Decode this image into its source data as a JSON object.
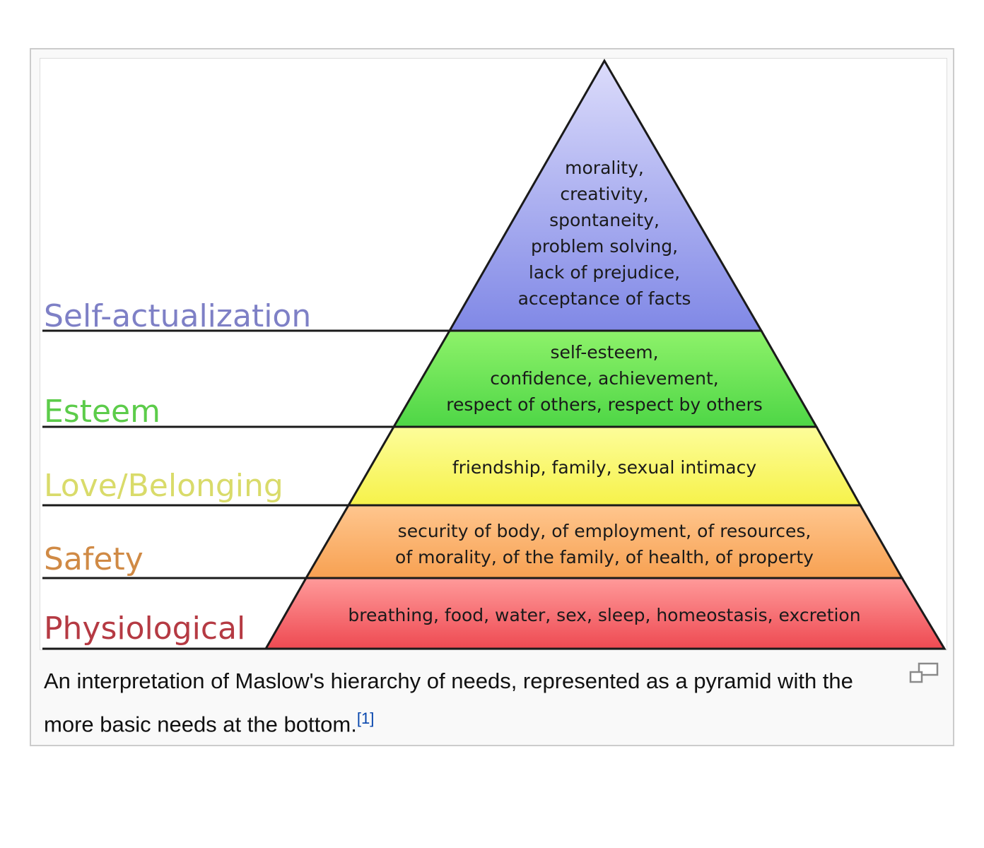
{
  "levels": [
    {
      "name": "Self-actualization",
      "color": "#7e80c6",
      "description": [
        "morality,",
        "creativity,",
        "spontaneity,",
        "problem solving,",
        "lack of prejudice,",
        "acceptance of facts"
      ]
    },
    {
      "name": "Esteem",
      "color": "#5ccc4a",
      "description": [
        "self-esteem,",
        "confidence, achievement,",
        "respect of others, respect by others"
      ]
    },
    {
      "name": "Love/Belonging",
      "color": "#d9db6a",
      "description": [
        "friendship, family, sexual intimacy"
      ]
    },
    {
      "name": "Safety",
      "color": "#d08a45",
      "description": [
        "security of body, of employment, of resources,",
        "of morality, of the family, of health, of property"
      ]
    },
    {
      "name": "Physiological",
      "color": "#b53a43",
      "description": [
        "breathing, food, water, sex, sleep, homeostasis, excretion"
      ]
    }
  ],
  "caption": {
    "text": "An interpretation of Maslow's hierarchy of needs, represented as a pyramid with the more basic needs at the bottom.",
    "reference": "[1]"
  },
  "magnify_icon": "magnify-icon"
}
